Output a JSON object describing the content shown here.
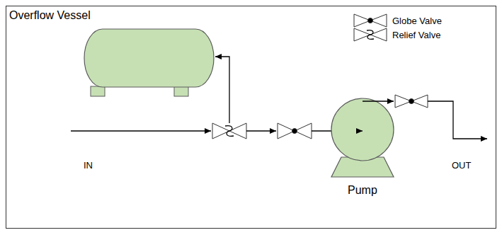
{
  "diagram": {
    "nodes": [
      {
        "text": [
          "Overflow Vessel"
        ]
      },
      {
        "text": [
          "Pump"
        ]
      }
    ],
    "labels": [
      "IN",
      "OUT"
    ],
    "legend": [
      {
        "text": "Globe Valve"
      },
      {
        "text": "Relief Valve"
      }
    ]
  }
}
